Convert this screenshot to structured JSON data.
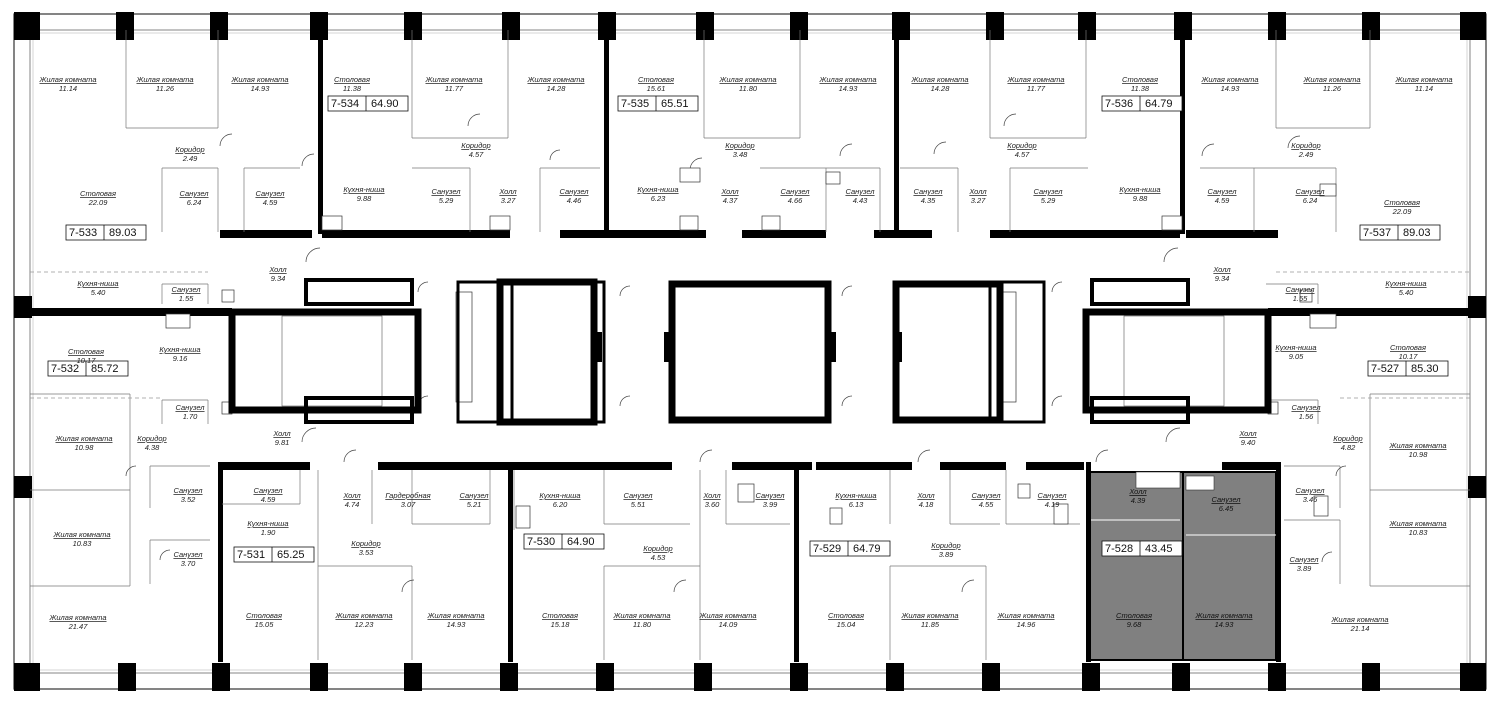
{
  "colors": {
    "highlight": "#808080",
    "wall": "#000000",
    "background": "#ffffff"
  },
  "apartments": [
    {
      "id": "7-533",
      "area": "89.03"
    },
    {
      "id": "7-534",
      "area": "64.90"
    },
    {
      "id": "7-535",
      "area": "65.51"
    },
    {
      "id": "7-536",
      "area": "64.79"
    },
    {
      "id": "7-537",
      "area": "89.03"
    },
    {
      "id": "7-532",
      "area": "85.72"
    },
    {
      "id": "7-527",
      "area": "85.30"
    },
    {
      "id": "7-531",
      "area": "65.25"
    },
    {
      "id": "7-530",
      "area": "64.90"
    },
    {
      "id": "7-529",
      "area": "64.79"
    },
    {
      "id": "7-528",
      "area": "43.45"
    }
  ],
  "rooms": [
    {
      "name": "Жилая комната",
      "area": "11.14"
    },
    {
      "name": "Жилая комната",
      "area": "11.26"
    },
    {
      "name": "Жилая комната",
      "area": "14.93"
    },
    {
      "name": "Столовая",
      "area": "11.38"
    },
    {
      "name": "Жилая комната",
      "area": "11.77"
    },
    {
      "name": "Жилая комната",
      "area": "14.28"
    },
    {
      "name": "Столовая",
      "area": "15.61"
    },
    {
      "name": "Жилая комната",
      "area": "11.80"
    },
    {
      "name": "Жилая комната",
      "area": "14.93"
    },
    {
      "name": "Жилая комната",
      "area": "14.28"
    },
    {
      "name": "Жилая комната",
      "area": "11.77"
    },
    {
      "name": "Столовая",
      "area": "11.38"
    },
    {
      "name": "Жилая комната",
      "area": "14.93"
    },
    {
      "name": "Жилая комната",
      "area": "11.26"
    },
    {
      "name": "Жилая комната",
      "area": "11.14"
    },
    {
      "name": "Коридор",
      "area": "2.49"
    },
    {
      "name": "Коридор",
      "area": "4.57"
    },
    {
      "name": "Коридор",
      "area": "3.48"
    },
    {
      "name": "Коридор",
      "area": "4.57"
    },
    {
      "name": "Коридор",
      "area": "2.49"
    },
    {
      "name": "Столовая",
      "area": "22.09"
    },
    {
      "name": "Санузел",
      "area": "6.24"
    },
    {
      "name": "Санузел",
      "area": "4.59"
    },
    {
      "name": "Кухня-ниша",
      "area": "9.88"
    },
    {
      "name": "Санузел",
      "area": "5.29"
    },
    {
      "name": "Холл",
      "area": "3.27"
    },
    {
      "name": "Санузел",
      "area": "4.46"
    },
    {
      "name": "Кухня-ниша",
      "area": "6.23"
    },
    {
      "name": "Холл",
      "area": "4.37"
    },
    {
      "name": "Санузел",
      "area": "4.66"
    },
    {
      "name": "Санузел",
      "area": "4.43"
    },
    {
      "name": "Санузел",
      "area": "4.35"
    },
    {
      "name": "Холл",
      "area": "3.27"
    },
    {
      "name": "Санузел",
      "area": "5.29"
    },
    {
      "name": "Кухня-ниша",
      "area": "9.88"
    },
    {
      "name": "Санузел",
      "area": "4.59"
    },
    {
      "name": "Санузел",
      "area": "6.24"
    },
    {
      "name": "Столовая",
      "area": "22.09"
    },
    {
      "name": "Холл",
      "area": "9.34"
    },
    {
      "name": "Холл",
      "area": "9.34"
    },
    {
      "name": "Кухня-ниша",
      "area": "5.40"
    },
    {
      "name": "Санузел",
      "area": "1.55"
    },
    {
      "name": "Санузел",
      "area": "1.55"
    },
    {
      "name": "Кухня-ниша",
      "area": "5.40"
    },
    {
      "name": "Столовая",
      "area": "10.17"
    },
    {
      "name": "Кухня-ниша",
      "area": "9.16"
    },
    {
      "name": "Кухня-ниша",
      "area": "9.05"
    },
    {
      "name": "Столовая",
      "area": "10.17"
    },
    {
      "name": "Санузел",
      "area": "1.70"
    },
    {
      "name": "Санузел",
      "area": "1.56"
    },
    {
      "name": "Холл",
      "area": "9.81"
    },
    {
      "name": "Холл",
      "area": "9.40"
    },
    {
      "name": "Жилая комната",
      "area": "10.98"
    },
    {
      "name": "Коридор",
      "area": "4.38"
    },
    {
      "name": "Коридор",
      "area": "4.82"
    },
    {
      "name": "Жилая комната",
      "area": "10.98"
    },
    {
      "name": "Санузел",
      "area": "3.52"
    },
    {
      "name": "Санузел",
      "area": "4.59"
    },
    {
      "name": "Холл",
      "area": "4.74"
    },
    {
      "name": "Гардеробная",
      "area": "3.07"
    },
    {
      "name": "Санузел",
      "area": "5.21"
    },
    {
      "name": "Кухня-ниша",
      "area": "6.20"
    },
    {
      "name": "Санузел",
      "area": "5.51"
    },
    {
      "name": "Холл",
      "area": "3.60"
    },
    {
      "name": "Санузел",
      "area": "3.99"
    },
    {
      "name": "Кухня-ниша",
      "area": "6.13"
    },
    {
      "name": "Холл",
      "area": "4.18"
    },
    {
      "name": "Санузел",
      "area": "4.55"
    },
    {
      "name": "Санузел",
      "area": "4.19"
    },
    {
      "name": "Холл",
      "area": "4.39"
    },
    {
      "name": "Санузел",
      "area": "6.45"
    },
    {
      "name": "Санузел",
      "area": "3.46"
    },
    {
      "name": "Кухня-ниша",
      "area": "1.90"
    },
    {
      "name": "Жилая комната",
      "area": "10.83"
    },
    {
      "name": "Коридор",
      "area": "3.53"
    },
    {
      "name": "Коридор",
      "area": "4.53"
    },
    {
      "name": "Коридор",
      "area": "3.89"
    },
    {
      "name": "Жилая комната",
      "area": "10.83"
    },
    {
      "name": "Санузел",
      "area": "3.70"
    },
    {
      "name": "Санузел",
      "area": "3.89"
    },
    {
      "name": "Жилая комната",
      "area": "21.47"
    },
    {
      "name": "Столовая",
      "area": "15.05"
    },
    {
      "name": "Жилая комната",
      "area": "12.23"
    },
    {
      "name": "Жилая комната",
      "area": "14.93"
    },
    {
      "name": "Столовая",
      "area": "15.18"
    },
    {
      "name": "Жилая комната",
      "area": "11.80"
    },
    {
      "name": "Жилая комната",
      "area": "14.09"
    },
    {
      "name": "Столовая",
      "area": "15.04"
    },
    {
      "name": "Жилая комната",
      "area": "11.85"
    },
    {
      "name": "Жилая комната",
      "area": "14.96"
    },
    {
      "name": "Столовая",
      "area": "9.68"
    },
    {
      "name": "Жилая комната",
      "area": "14.93"
    },
    {
      "name": "Жилая комната",
      "area": "21.14"
    }
  ]
}
